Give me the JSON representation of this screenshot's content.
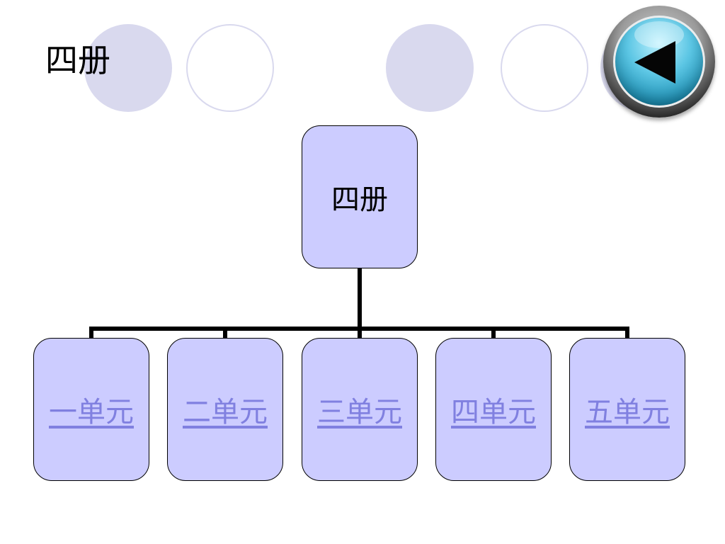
{
  "slide": {
    "title": "四册"
  },
  "back_button": {
    "icon": "back-arrow-icon",
    "colors": {
      "face": "#5cc6e4",
      "rim": "#9a9a9a",
      "arrow": "#050505"
    }
  },
  "org_chart": {
    "root": {
      "label": "四册"
    },
    "children": [
      {
        "label": "一单元"
      },
      {
        "label": "二单元"
      },
      {
        "label": "三单元"
      },
      {
        "label": "四单元"
      },
      {
        "label": "五单元"
      }
    ]
  },
  "colors": {
    "node_fill": "#ccccff",
    "link_text": "#8080e0",
    "decor_circle": "#d9d9ee"
  }
}
